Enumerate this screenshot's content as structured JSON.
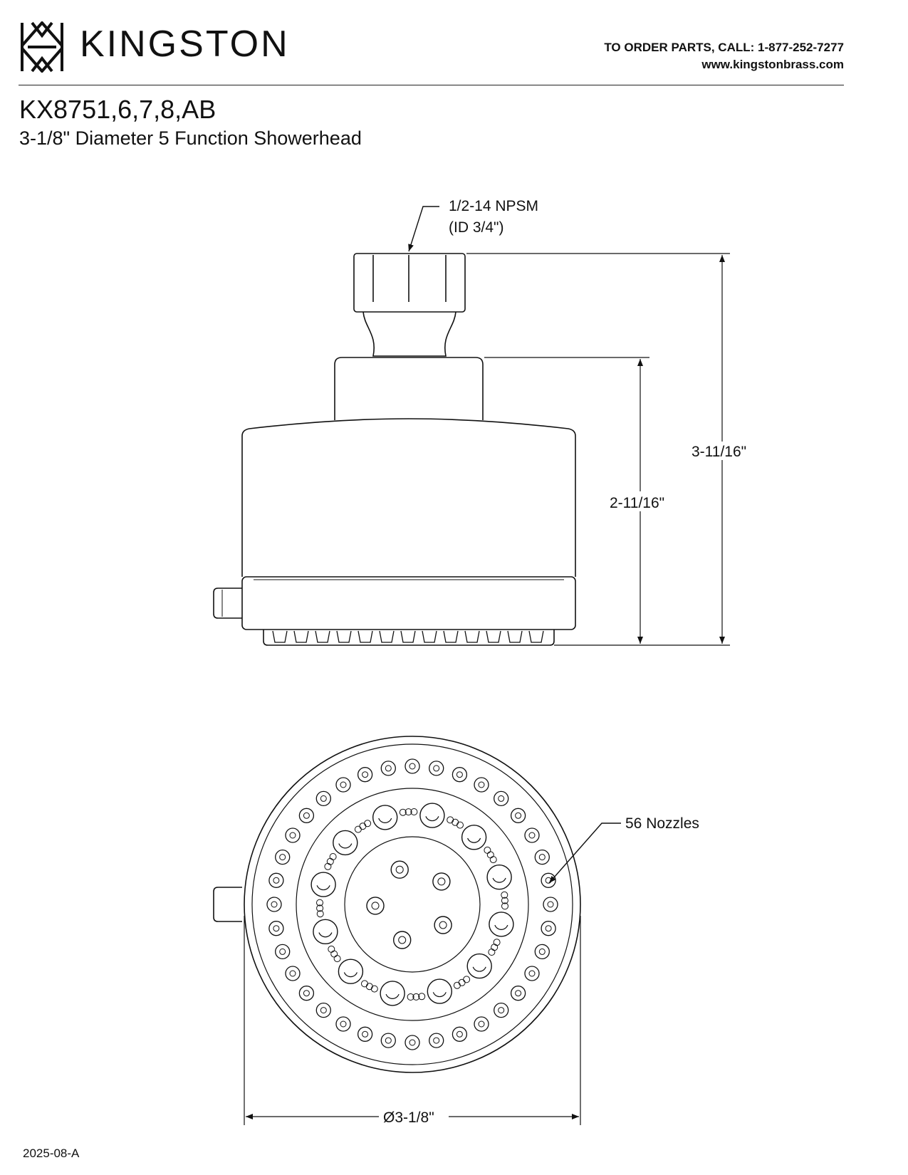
{
  "header": {
    "brand": "KINGSTON",
    "order_parts": "TO ORDER PARTS, CALL: 1-877-252-7277",
    "website": "www.kingstonbrass.com"
  },
  "product": {
    "model": "KX8751,6,7,8,AB",
    "description": "3-1/8\" Diameter 5 Function Showerhead"
  },
  "side_view": {
    "thread_label_line1": "1/2-14 NPSM",
    "thread_label_line2": "(ID 3/4\")",
    "body_height": "2-11/16\"",
    "overall_height": "3-11/16\""
  },
  "front_view": {
    "nozzles_label": "56 Nozzles",
    "diameter": "Ø3-1/8\""
  },
  "footer": {
    "revision": "2025-08-A"
  }
}
